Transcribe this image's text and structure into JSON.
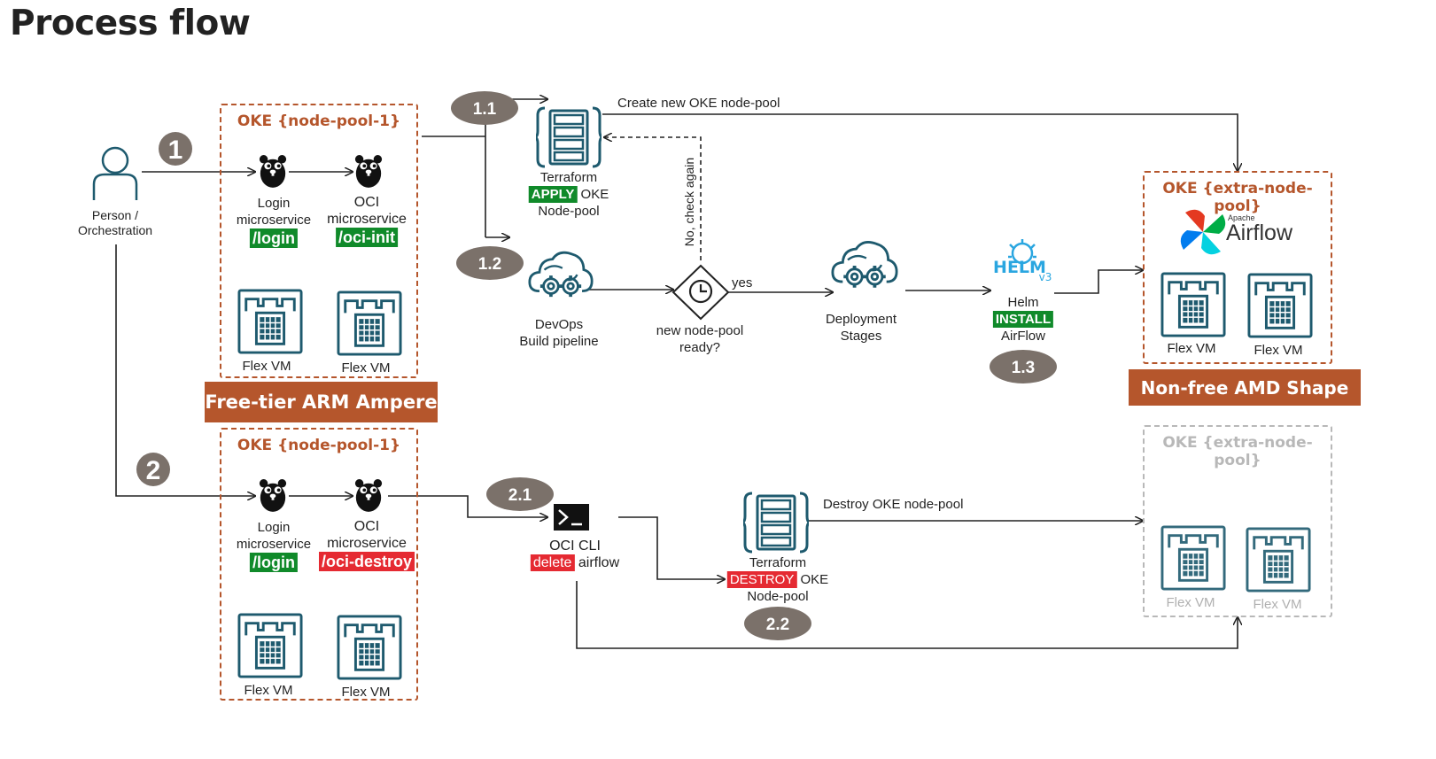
{
  "title": "Process flow",
  "actor": {
    "label_line1": "Person /",
    "label_line2": "Orchestration"
  },
  "steps": {
    "s1": "1",
    "s2": "2",
    "s1_1": "1.1",
    "s1_2": "1.2",
    "s1_3": "1.3",
    "s2_1": "2.1",
    "s2_2": "2.2"
  },
  "pool_top": {
    "title": "OKE {node-pool-1}",
    "login": {
      "line1": "Login",
      "line2": "microservice",
      "path": "/login"
    },
    "oci": {
      "line1": "OCI",
      "line2": "microservice",
      "path": "/oci-init"
    },
    "vm1": "Flex VM",
    "vm2": "Flex VM"
  },
  "band_arm": "Free-tier ARM Ampere",
  "pool_bottom": {
    "title": "OKE {node-pool-1}",
    "login": {
      "line1": "Login",
      "line2": "microservice",
      "path": "/login"
    },
    "oci": {
      "line1": "OCI",
      "line2": "microservice",
      "path": "/oci-destroy"
    },
    "vm1": "Flex VM",
    "vm2": "Flex VM"
  },
  "terraform_apply": {
    "line1": "Terraform",
    "tag": "APPLY",
    "after_tag": " OKE",
    "line3": "Node-pool"
  },
  "devops": {
    "line1": "DevOps",
    "line2": "Build pipeline"
  },
  "decision": {
    "line1": "new node-pool",
    "line2": "ready?"
  },
  "deploy": {
    "line1": "Deployment",
    "line2": "Stages"
  },
  "helm": {
    "logo": "HELM",
    "version": "v3",
    "line1": "Helm",
    "tag": "INSTALL",
    "line3": "AirFlow"
  },
  "edges": {
    "create": "Create new OKE node-pool",
    "check": "No, check again",
    "yes": "yes",
    "destroy": "Destroy OKE node-pool"
  },
  "extra_pool": {
    "title": "OKE {extra-node-pool}",
    "airflow_apache": "Apache",
    "airflow_name": "Airflow",
    "vm1": "Flex VM",
    "vm2": "Flex VM"
  },
  "band_amd": "Non-free AMD Shape",
  "extra_pool_grey": {
    "title": "OKE {extra-node-pool}",
    "vm1": "Flex VM",
    "vm2": "Flex VM"
  },
  "oci_cli": {
    "line1": "OCI CLI",
    "tag": "delete",
    "after_tag": " airflow"
  },
  "terraform_destroy": {
    "line1": "Terraform",
    "tag": "DESTROY",
    "after_tag": " OKE",
    "line3": "Node-pool"
  },
  "colors": {
    "accent": "#b5562c",
    "icon": "#1e5a6e",
    "step_badge": "#7b716a",
    "green_tag": "#108a2a",
    "red_tag": "#e52a32",
    "grey": "#b8b8b8"
  }
}
